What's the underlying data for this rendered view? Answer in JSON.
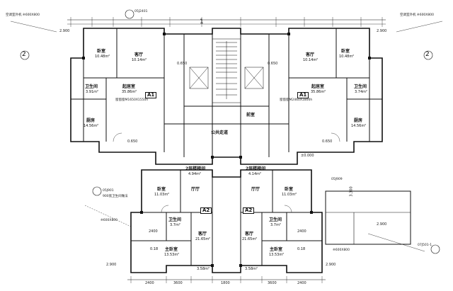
{
  "axes": {
    "left": "2",
    "right": "2",
    "top_mid": "1"
  },
  "dims": {
    "tl_2900": "2.900",
    "tr_2900": "2.900",
    "bl_2900": "2.900",
    "br_2900": "2.900",
    "r_2900": "2.900",
    "zero": "±0.000",
    "r_3300": "3.300",
    "ml_0650": "0.650",
    "mr_0650": "0.650",
    "bl_0650": "0.650",
    "br_0650": "0.650",
    "d2400a": "2400",
    "d2400b": "2400",
    "d3600a": "3600",
    "d3600b": "3600",
    "d2400c": "2400",
    "d2400d": "2400",
    "d1800": "1800"
  },
  "upper": {
    "bedroom_l": "卧室",
    "bedroom_l_area": "10.48m²",
    "bedroom_r": "卧室",
    "bedroom_r_area": "10.48m²",
    "guest_l": "客厅",
    "guest_l_area": "10.14m²",
    "guest_r": "客厅",
    "guest_r_area": "10.14m²",
    "wc_l": "卫生间",
    "wc_l_area": "3.91m²",
    "wc_r": "卫生间",
    "wc_r_area": "3.74m²",
    "kitchen_l": "厨房",
    "kitchen_l_area": "14.56m²",
    "kitchen_r": "厨房",
    "kitchen_r_area": "14.56m²",
    "living_l": "起居室",
    "living_l_area": "35.86m²",
    "living_r": "起居室",
    "living_r_area": "35.86m²",
    "type_l": "A1",
    "type_r": "A1",
    "win_l": "窗窗窗M1650X1550h",
    "win_r": "窗窗窗M2460X1800h",
    "hall_c": "公共走道",
    "lift_c": "前室"
  },
  "lower": {
    "bedroom_l": "卧室",
    "bedroom_l_area": "11.03m²",
    "bedroom_r": "卧室",
    "bedroom_r_area": "11.03m²",
    "hall_l": "厅厅",
    "hall_r": "厅厅",
    "type_l": "A2",
    "type_r": "A2",
    "living_l": "客厅",
    "living_l_area": "21.65m²",
    "living_r": "客厅",
    "living_r_area": "21.65m²",
    "wc_l": "卫生间",
    "wc_l_area": "3.7m²",
    "wc_r": "卫生间",
    "wc_r_area": "3.7m²",
    "master_l": "主卧室",
    "master_l_area": "13.53m²",
    "master_r": "主卧室",
    "master_r_area": "13.53m²",
    "plat_l": "0.18",
    "plat_r": "0.18",
    "balc_l": "3.58m²",
    "balc_r": "3.58m²",
    "stair_l": "2层楼梯间",
    "stair_r": "2层楼梯间",
    "stair_l_area": "4.94m²",
    "stair_r_area": "4.14m²"
  },
  "tags": {
    "tl_note": "空调室外机 ※600X800",
    "tr_note": "空调室外机 ※600X800",
    "bl_note": "※600X800",
    "br_note": "※600X800",
    "left_ref": "05J901",
    "left_ref2": "900宽卫生间做法",
    "right_ref": "05J909",
    "right_ref2": "07J501-1",
    "top_ref": "05J2401"
  }
}
